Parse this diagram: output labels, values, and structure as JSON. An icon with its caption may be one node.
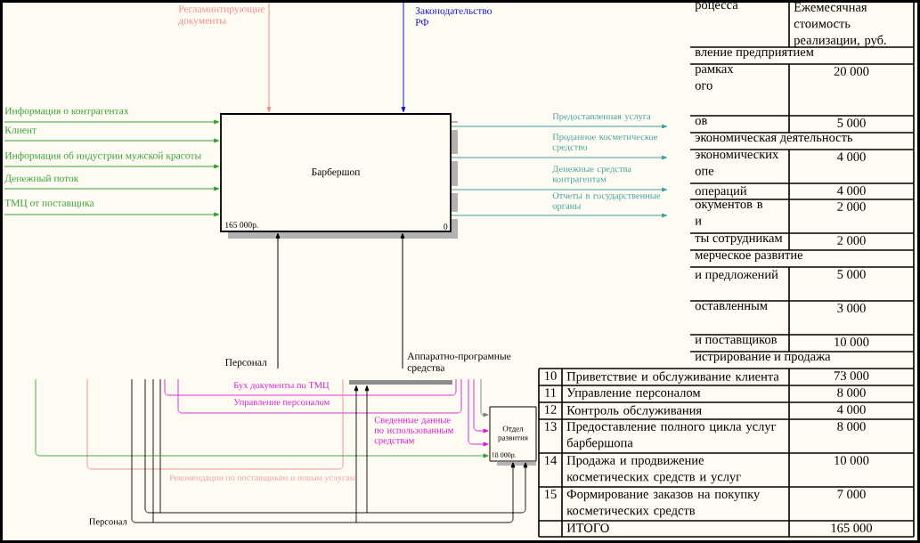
{
  "diagram": {
    "nodes": [
      {
        "text": [
          "Барбершоп",
          "165 000р.",
          "0"
        ]
      },
      {
        "text": [
          "Отдел развития",
          "18 000р."
        ]
      },
      {
        "text": [],
        "shape": "bar"
      }
    ],
    "edges": [
      {
        "from": null,
        "to": 0,
        "arrow": "to",
        "label": "Информация о контрагентах",
        "color": "#3a9e3a"
      },
      {
        "from": null,
        "to": 0,
        "arrow": "to",
        "label": "Клиент",
        "color": "#3a9e3a"
      },
      {
        "from": null,
        "to": 0,
        "arrow": "to",
        "label": "Информация об индустрии мужской красоты",
        "color": "#3a9e3a"
      },
      {
        "from": null,
        "to": 0,
        "arrow": "to",
        "label": "Денежный поток",
        "color": "#3a9e3a"
      },
      {
        "from": null,
        "to": 0,
        "arrow": "to",
        "label": "ТМЦ от поставщика",
        "color": "#3a9e3a"
      },
      {
        "from": null,
        "to": 0,
        "arrow": "to",
        "label": "Регламинтирующие документы",
        "color": "#f08c8c"
      },
      {
        "from": null,
        "to": 0,
        "arrow": "to",
        "label": "Законодательство РФ",
        "color": "#1414c8"
      },
      {
        "from": 0,
        "to": null,
        "arrow": "to",
        "label": "Предоставленная услуга",
        "color": "#45a0a0"
      },
      {
        "from": 0,
        "to": null,
        "arrow": "to",
        "label": "Проданное косметическое средство",
        "color": "#45a0a0"
      },
      {
        "from": 0,
        "to": null,
        "arrow": "to",
        "label": "Денежные средства контрагентам",
        "color": "#45a0a0"
      },
      {
        "from": 0,
        "to": null,
        "arrow": "to",
        "label": "Отчеты в государственные органы",
        "color": "#45a0a0"
      },
      {
        "from": null,
        "to": 0,
        "arrow": "to",
        "label": "Персонал",
        "color": "#000000"
      },
      {
        "from": null,
        "to": 0,
        "arrow": "to",
        "label": "Аппаратно-програмные средства",
        "color": "#000000"
      },
      {
        "from": null,
        "to": 1,
        "arrow": "to",
        "color": "#3a9e3a"
      },
      {
        "from": null,
        "to": 1,
        "arrow": "to",
        "color": "#d21ed2"
      },
      {
        "from": null,
        "to": 1,
        "arrow": "to",
        "label": "Сведенные данные по использованным средствам",
        "color": "#d21ed2"
      },
      {
        "from": null,
        "to": 1,
        "arrow": "to",
        "color": "#808080"
      },
      {
        "from": null,
        "to": 1,
        "arrow": "to",
        "label": "Персонал",
        "color": "#000000"
      },
      {
        "from": null,
        "to": 1,
        "arrow": "to",
        "color": "#000000"
      },
      {
        "from": null,
        "to": 2,
        "arrow": "to",
        "color": "#000000"
      },
      {
        "from": null,
        "to": 2,
        "arrow": "to",
        "color": "#000000"
      }
    ],
    "labels": [
      "Бух документы по ТМЦ",
      "Управление персоналом",
      "Рекомендации по поставщикам и новым услугам",
      "роцесса",
      "Ежемесячная стоимость реализации, руб.",
      "вление предприятием",
      "рамках ого",
      "20 000",
      "ов",
      "5 000",
      "экономическая деятельность",
      "экономических опе",
      "4 000",
      "операций",
      "4 000",
      "окументов в и",
      "2 000",
      "ты сотрудникам",
      "2 000",
      "мерческое развитие",
      "и предложений",
      "5 000",
      "оставленным",
      "3 000",
      "и поставщиков",
      "10 000",
      "истрирование и продажа",
      "10",
      "Приветствие и обслуживание клиента",
      "73 000",
      "11",
      "Управление персоналом",
      "8 000",
      "12",
      "Контроль обслуживания",
      "4 000",
      "13",
      "Предоставление полного цикла услуг барбершопа",
      "8 000",
      "14",
      "Продажа и продвижение косметических средств и услуг",
      "10 000",
      "15",
      "Формирование заказов на покупку косметических средств",
      "7 000",
      "ИТОГО",
      "165 000"
    ]
  }
}
